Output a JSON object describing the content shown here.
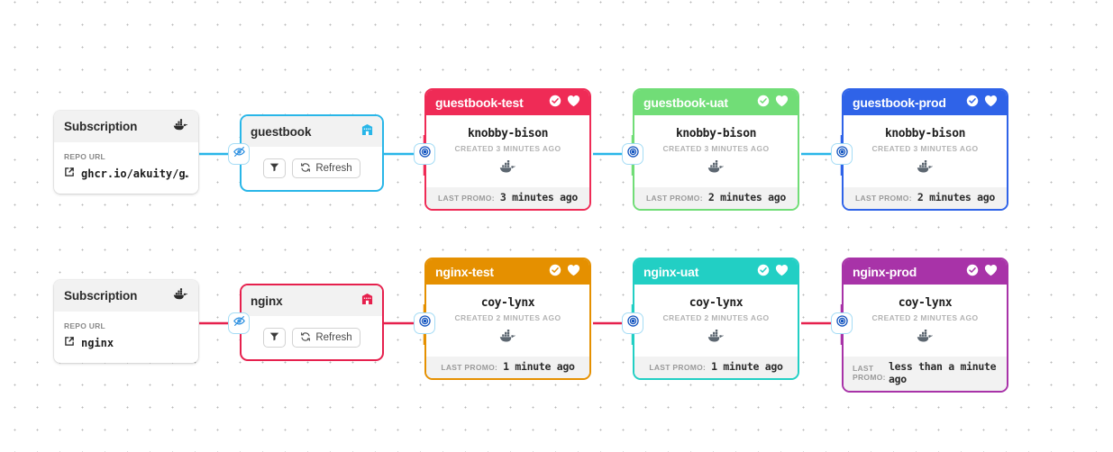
{
  "background": {
    "dot_color": "#b8b8b8",
    "page_color": "#ffffff"
  },
  "colors": {
    "guestbook_warehouse": "#29b6e8",
    "nginx_warehouse": "#e6204d",
    "guestbook_test": "#ef2b56",
    "guestbook_uat": "#71dd77",
    "guestbook_prod": "#2f63e8",
    "nginx_test": "#e59000",
    "nginx_uat": "#22cfc4",
    "nginx_prod": "#a833a8",
    "badge_border": "#a5dcf5",
    "accent_blue": "#1a73e8"
  },
  "pipelines": [
    {
      "id": "guestbook",
      "subscription": {
        "title": "Subscription",
        "header_icon": "docker-icon",
        "repo_label": "REPO URL",
        "repo_url": "ghcr.io/akuity/g…",
        "link_icon": "external-link-icon"
      },
      "hidden_badge_icon": "eye-off-icon",
      "warehouse": {
        "name": "guestbook",
        "icon": "warehouse-icon",
        "filter_button_icon": "filter-icon",
        "refresh_label": "Refresh",
        "refresh_icon": "refresh-icon"
      },
      "stages": [
        {
          "name": "guestbook-test",
          "color": "#ef2b56",
          "health_icon": "check-circle-icon",
          "favorite_icon": "heart-icon",
          "promotion_badge_icon": "target-icon",
          "freight": "knobby-bison",
          "created": "CREATED 3 MINUTES AGO",
          "freight_icon": "docker-icon",
          "promo_label": "LAST PROMO:",
          "promo_value": "3 minutes ago"
        },
        {
          "name": "guestbook-uat",
          "color": "#71dd77",
          "health_icon": "check-circle-icon",
          "favorite_icon": "heart-icon",
          "promotion_badge_icon": "target-icon",
          "freight": "knobby-bison",
          "created": "CREATED 3 MINUTES AGO",
          "freight_icon": "docker-icon",
          "promo_label": "LAST PROMO:",
          "promo_value": "2 minutes ago"
        },
        {
          "name": "guestbook-prod",
          "color": "#2f63e8",
          "health_icon": "check-circle-icon",
          "favorite_icon": "heart-icon",
          "promotion_badge_icon": "target-icon",
          "freight": "knobby-bison",
          "created": "CREATED 3 MINUTES AGO",
          "freight_icon": "docker-icon",
          "promo_label": "LAST PROMO:",
          "promo_value": "2 minutes ago"
        }
      ]
    },
    {
      "id": "nginx",
      "subscription": {
        "title": "Subscription",
        "header_icon": "docker-icon",
        "repo_label": "REPO URL",
        "repo_url": "nginx",
        "link_icon": "external-link-icon"
      },
      "hidden_badge_icon": "eye-off-icon",
      "warehouse": {
        "name": "nginx",
        "icon": "warehouse-icon",
        "filter_button_icon": "filter-icon",
        "refresh_label": "Refresh",
        "refresh_icon": "refresh-icon"
      },
      "stages": [
        {
          "name": "nginx-test",
          "color": "#e59000",
          "health_icon": "check-circle-icon",
          "favorite_icon": "heart-icon",
          "promotion_badge_icon": "target-icon",
          "freight": "coy-lynx",
          "created": "CREATED 2 MINUTES AGO",
          "freight_icon": "docker-icon",
          "promo_label": "LAST PROMO:",
          "promo_value": "1 minute ago"
        },
        {
          "name": "nginx-uat",
          "color": "#22cfc4",
          "health_icon": "check-circle-icon",
          "favorite_icon": "heart-icon",
          "promotion_badge_icon": "target-icon",
          "freight": "coy-lynx",
          "created": "CREATED 2 MINUTES AGO",
          "freight_icon": "docker-icon",
          "promo_label": "LAST PROMO:",
          "promo_value": "1 minute ago"
        },
        {
          "name": "nginx-prod",
          "color": "#a833a8",
          "health_icon": "check-circle-icon",
          "favorite_icon": "heart-icon",
          "promotion_badge_icon": "target-icon",
          "freight": "coy-lynx",
          "created": "CREATED 2 MINUTES AGO",
          "freight_icon": "docker-icon",
          "promo_label": "LAST PROMO:",
          "promo_value": "less than a minute ago"
        }
      ]
    }
  ]
}
